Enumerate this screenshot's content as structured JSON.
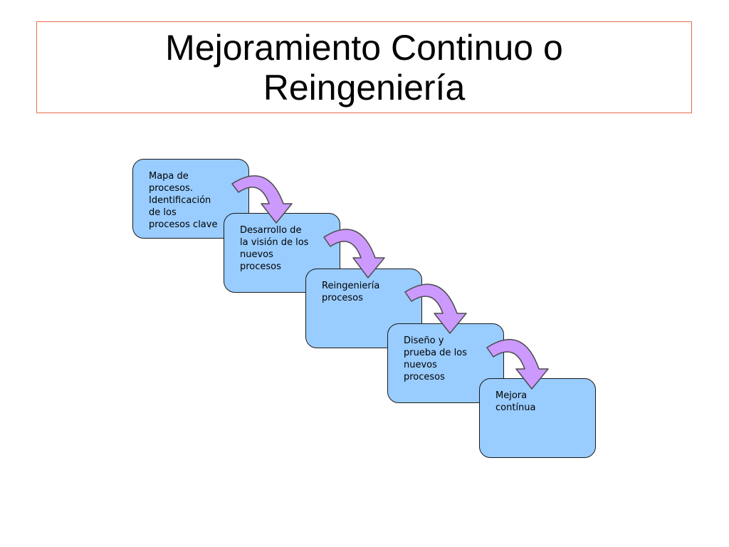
{
  "title": {
    "line1": "Mejoramiento Continuo o",
    "line2": "Reingeniería"
  },
  "steps": [
    {
      "label": "Mapa de\nprocesos.\nIdentificación\nde los\nprocesos clave"
    },
    {
      "label": "Desarrollo de\nla visión de los\nnuevos\nprocesos"
    },
    {
      "label": "Reingeniería\nprocesos"
    },
    {
      "label": "Diseño y\nprueba de los\nnuevos\nprocesos"
    },
    {
      "label": "Mejora\ncontínua"
    }
  ],
  "colors": {
    "box_fill": "#99ccff",
    "arrow_fill": "#cc99ff",
    "title_border": "#e46b4a"
  }
}
